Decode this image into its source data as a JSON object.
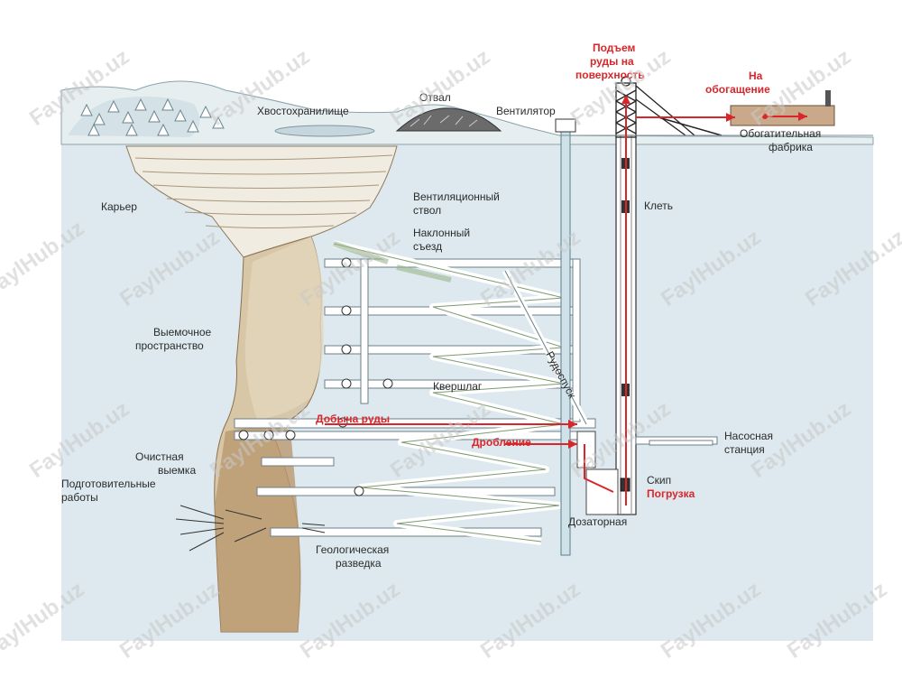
{
  "labels": {
    "tailings": "Хвостохранилище",
    "dump": "Отвал",
    "fan": "Вентилятор",
    "ore_lift_1": "Подъем",
    "ore_lift_2": "руды на",
    "ore_lift_3": "поверхность",
    "to_plant_1": "На",
    "to_plant_2": "обогащение",
    "plant_1": "Обогатительная",
    "plant_2": "фабрика",
    "pit": "Карьер",
    "vent_shaft_1": "Вентиляционный",
    "vent_shaft_2": "ствол",
    "cage": "Клеть",
    "ramp_1": "Наклонный",
    "ramp_2": "съезд",
    "stope_space_1": "Выемочное",
    "stope_space_2": "пространство",
    "ore_pass": "Рудоспуск",
    "crosscut": "Квершлаг",
    "ore_mining": "Добыча руды",
    "crushing": "Дробление",
    "pump_1": "Насосная",
    "pump_2": "станция",
    "stope_1": "Очистная",
    "stope_2": "выемка",
    "dev_1": "Подготовительные",
    "dev_2": "работы",
    "skip": "Скип",
    "loading": "Погрузка",
    "dosing": "Дозаторная",
    "geo_1": "Геологическая",
    "geo_2": "разведка"
  },
  "watermark": "FaylHub.uz",
  "colors": {
    "sky": "#ffffff",
    "ground": "#dfeaef",
    "rock": "#cdbb9c",
    "ore": "#b89a74",
    "tunnel": "#ffffff",
    "red": "#d9262b"
  }
}
